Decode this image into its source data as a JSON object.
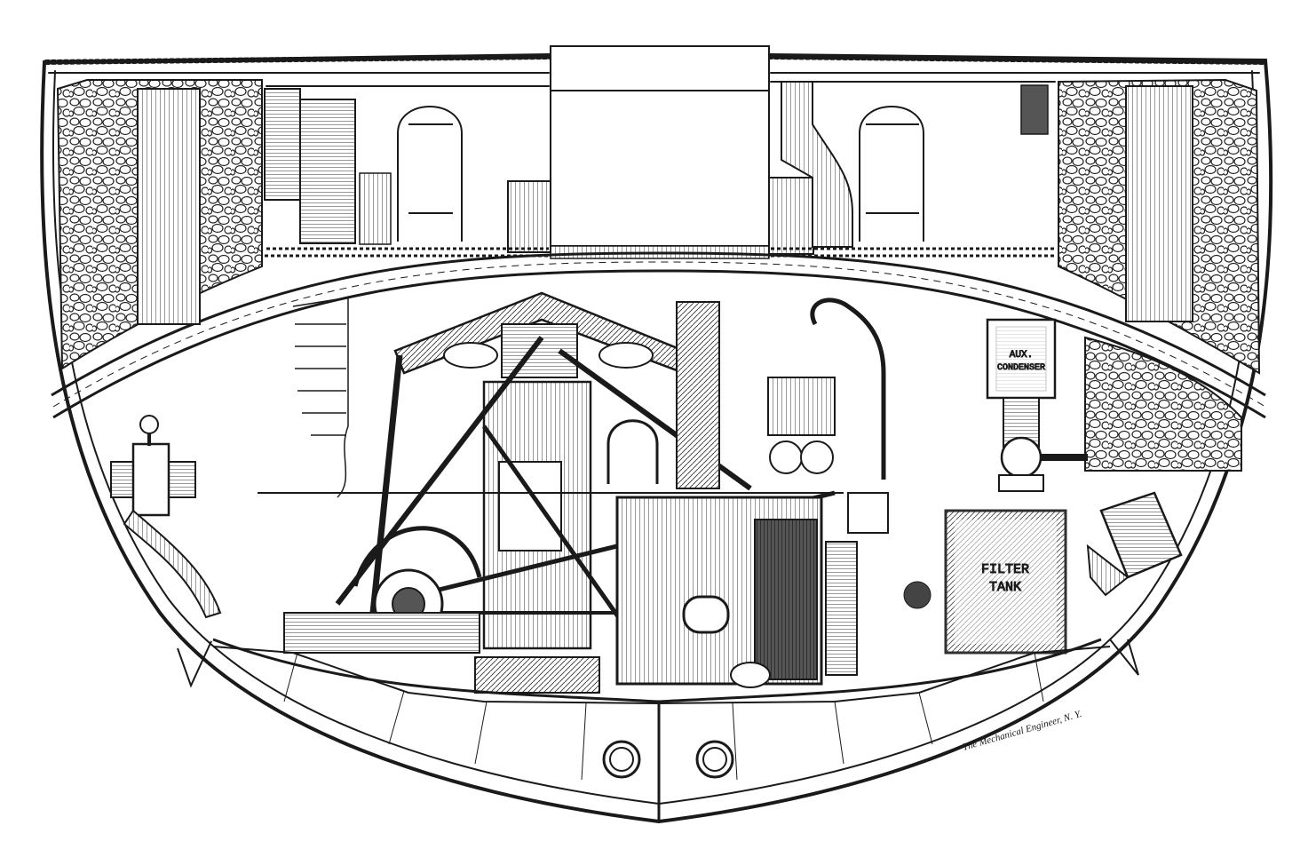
{
  "labels": {
    "aux_condenser_line1": "AUX.",
    "aux_condenser_line2": "CONDENSER",
    "filter_tank_line1": "FILTER",
    "filter_tank_line2": "TANK"
  },
  "credit": "The Mechanical Engineer, N. Y.",
  "colors": {
    "ink": "#1a1a1a",
    "paper": "#ffffff",
    "hatch": "#3a3a3a"
  }
}
